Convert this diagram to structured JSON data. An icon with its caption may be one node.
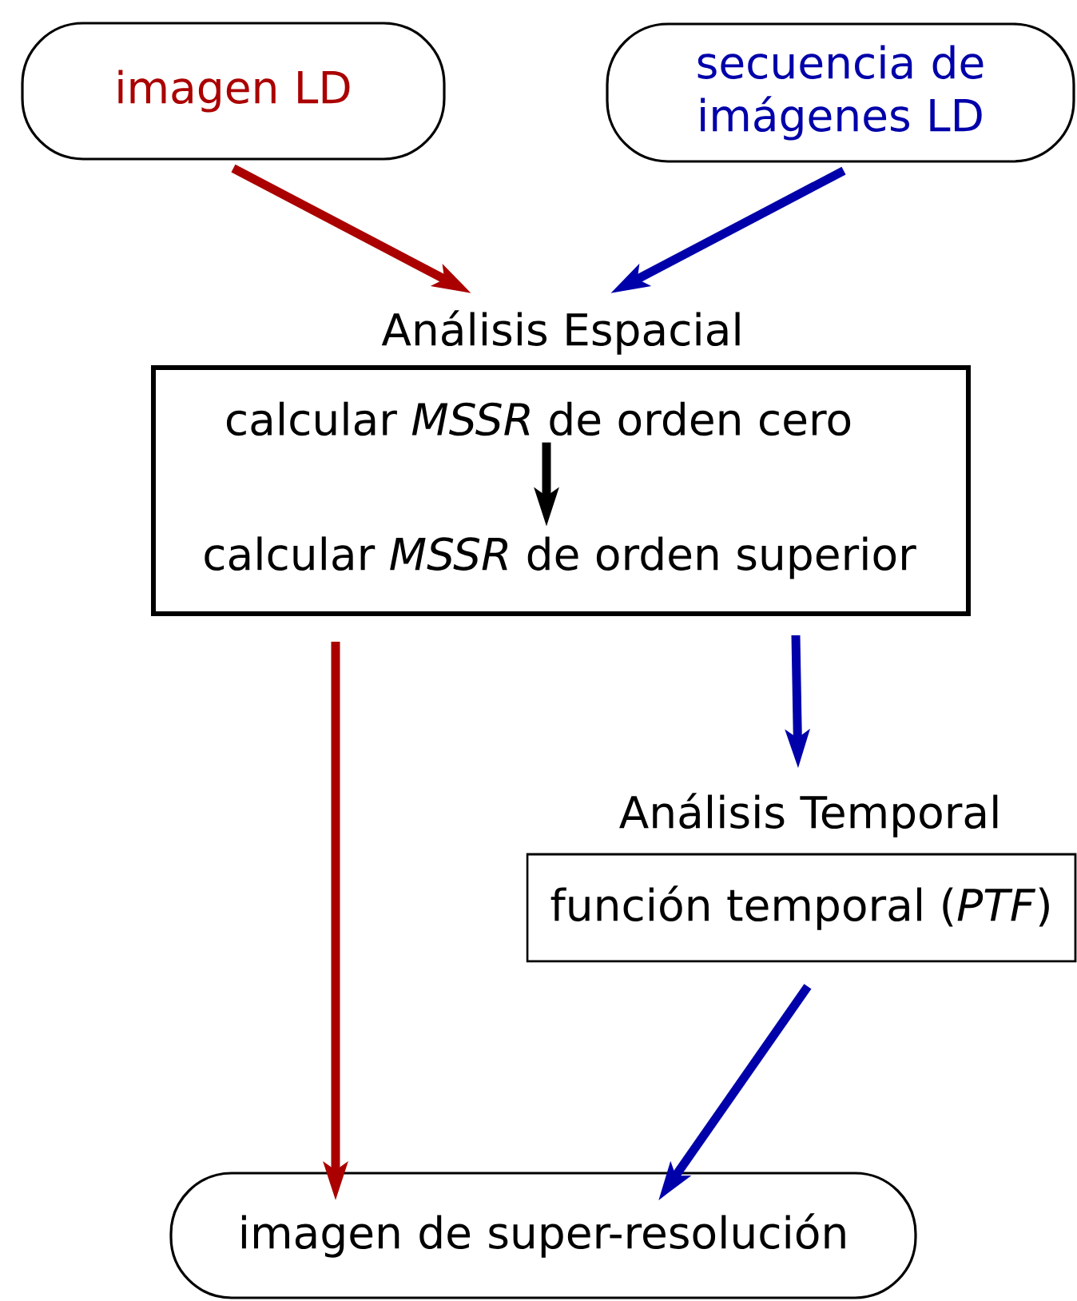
{
  "diagram": {
    "nodes": [
      {
        "text": [
          "imagen LD"
        ]
      },
      {
        "text": [
          "secuencia de imágenes LD"
        ]
      },
      {
        "text": [
          "Análisis Espacial"
        ]
      },
      {
        "text": [
          "calcular *MSSR* de orden cero"
        ],
        "in": 2
      },
      {
        "text": [
          "calcular *MSSR* de orden superior"
        ],
        "in": 2
      },
      {
        "text": [
          "Análisis Temporal",
          "función temporal (*PTF*)"
        ]
      },
      {
        "text": [
          "imagen de super-resolución"
        ]
      }
    ],
    "edges": [
      {
        "from": 0,
        "to": 2,
        "arrow": "to",
        "color": "#aa0000"
      },
      {
        "from": 1,
        "to": 2,
        "arrow": "to",
        "color": "#0000aa"
      },
      {
        "from": 3,
        "to": 4,
        "arrow": "to",
        "color": "#000000"
      },
      {
        "from": 2,
        "to": 6,
        "arrow": "to",
        "color": "#aa0000"
      },
      {
        "from": 2,
        "to": 5,
        "arrow": "to",
        "color": "#0000aa"
      },
      {
        "from": 5,
        "to": 6,
        "arrow": "to",
        "color": "#0000aa"
      }
    ]
  }
}
